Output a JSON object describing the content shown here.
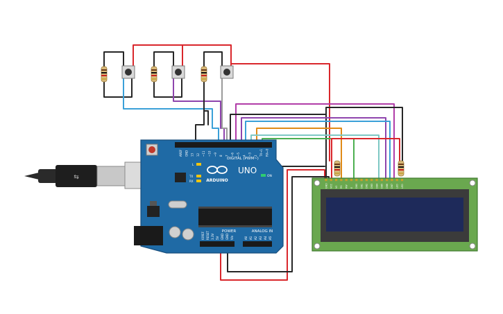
{
  "arduino": {
    "logo_text": "ARDUINO",
    "model": "UNO",
    "digital_label": "DIGITAL (PWM~)",
    "power_label": "POWER",
    "analog_label": "ANALOG IN",
    "on_label": "ON",
    "led_l": "L",
    "led_tx": "TX",
    "led_rx": "RX",
    "digital_pins": [
      "AREF",
      "GND",
      "13",
      "12",
      "~11",
      "~10",
      "~9",
      "8",
      "7",
      "~6",
      "~5",
      "4",
      "~3",
      "2",
      "TX→1",
      "RX←0"
    ],
    "power_pins": [
      "IOREF",
      "RESET",
      "3.3V",
      "5V",
      "GND",
      "GND",
      "Vin"
    ],
    "analog_pins": [
      "A0",
      "A1",
      "A2",
      "A3",
      "A4",
      "A5"
    ]
  },
  "lcd": {
    "pins": [
      "GND",
      "VCC",
      "V0",
      "RS",
      "RW",
      "E",
      "DB0",
      "DB1",
      "DB2",
      "DB3",
      "DB4",
      "DB5",
      "DB6",
      "DB7",
      "LED",
      "LED"
    ]
  },
  "colors": {
    "board": "#1f6aa5",
    "lcd_pcb": "#6aa84f",
    "lcd_screen": "#1e2a5a",
    "wire_red": "#d9262b",
    "wire_black": "#262626",
    "wire_blue": "#3aa0d8",
    "wire_purple": "#8e44ad",
    "wire_orange": "#e08a16",
    "wire_green": "#4caf50",
    "wire_teal": "#7ec8c4",
    "wire_gray": "#9a9a9a",
    "wire_magenta": "#b13ca8"
  }
}
